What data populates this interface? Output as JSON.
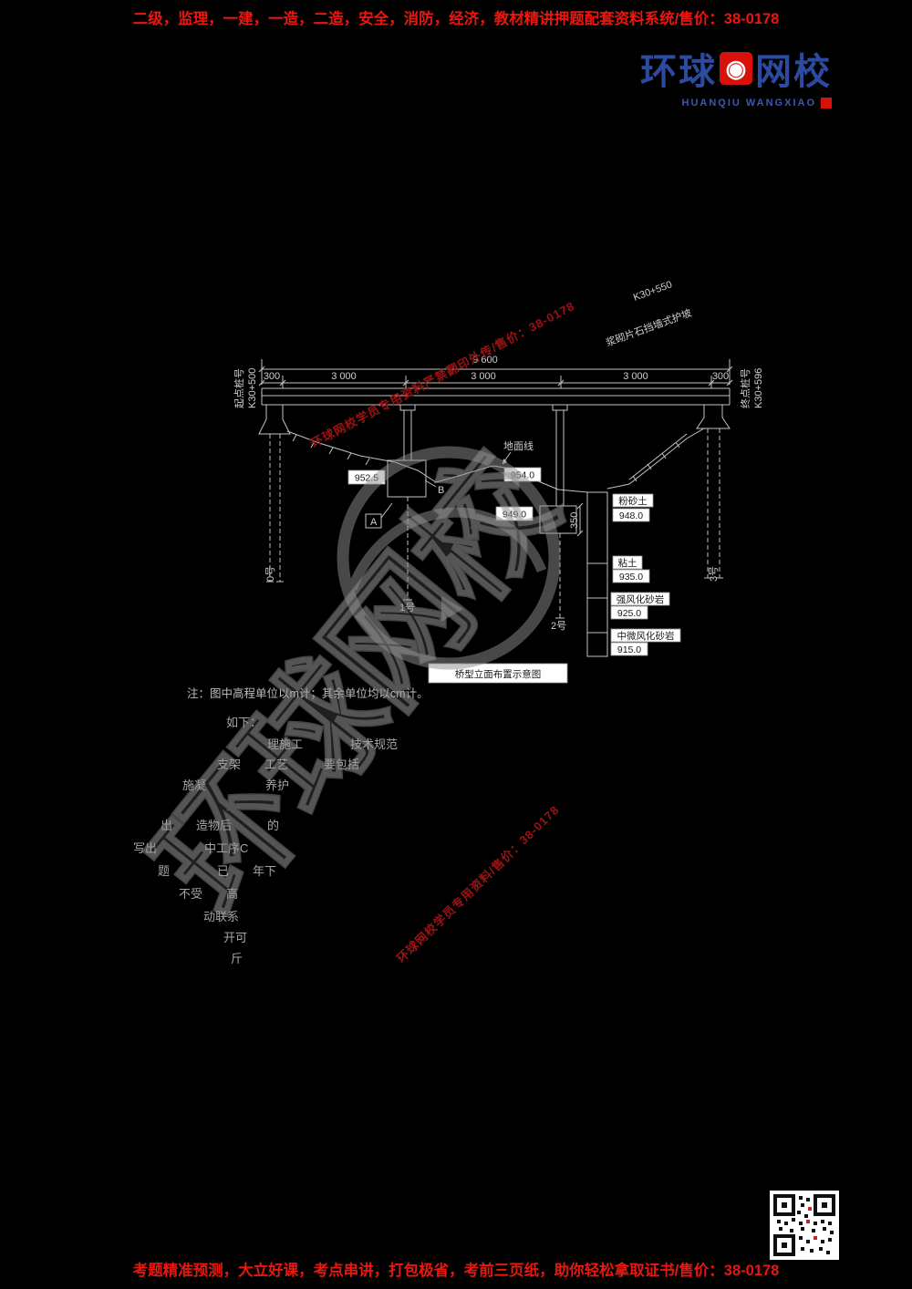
{
  "banners": {
    "top": "二级，监理，一建，一造，二造，安全，消防，经济，教材精讲押题配套资料系统/售价：38-0178",
    "bottom": "考题精准预测，大立好课，考点串讲，打包极省，考前三页纸，助你轻松拿取证书/售价：38-0178"
  },
  "logo": {
    "part1": "环球",
    "mark": "◉",
    "part2": "网校",
    "sub": "HUANQIU WANGXIAO"
  },
  "watermarks": {
    "diagonal_upper": "环球网校学员专用资料严禁翻印外传/售价：38-0178",
    "diagonal_lower": "环球网校学员专用资料/售价：38-0178",
    "big": "环球网校"
  },
  "diagram": {
    "caption": "桥型立面布置示意图",
    "note": "注：图中高程单位以m计；其余单位均以cm计。",
    "start_station_label": "起点桩号",
    "start_station": "K30+500",
    "end_station_label": "终点桩号",
    "end_station": "K30+596",
    "mid_station": "K30+550",
    "slope_label": "浆砌片石挡墙式护坡",
    "ground_line_label": "地面线",
    "dimensions": {
      "total": "9 600",
      "segments": [
        "300",
        "3 000",
        "3 000",
        "3 000",
        "300"
      ]
    },
    "piers": [
      "0号",
      "1号",
      "2号",
      "3号"
    ],
    "elevations": {
      "pier1_footing": "952.5",
      "ground": "954.0",
      "pier2_footing": "949.0",
      "footing_height": "350"
    },
    "soil_layers": [
      {
        "name": "粉砂土",
        "elevation": "948.0"
      },
      {
        "name": "粘土",
        "elevation": "935.0"
      },
      {
        "name": "强风化砂岩",
        "elevation": "925.0"
      },
      {
        "name": "中微风化砂岩",
        "elevation": "915.0"
      }
    ],
    "point_a": "A",
    "point_b": "B"
  },
  "fragments": [
    {
      "text": "如下："
    },
    {
      "text": "理施工　　　　技术规范"
    },
    {
      "text": "支架　　工艺　　　要包括"
    },
    {
      "text": "施凝　　　　　养护"
    },
    {
      "text": "出　　造物后　　　的"
    },
    {
      "text": "写出　　　　中工序C"
    },
    {
      "text": "题　　　　已　　年下"
    },
    {
      "text": "不受　　高"
    },
    {
      "text": "动联系"
    },
    {
      "text": "开可"
    },
    {
      "text": "斤"
    }
  ]
}
